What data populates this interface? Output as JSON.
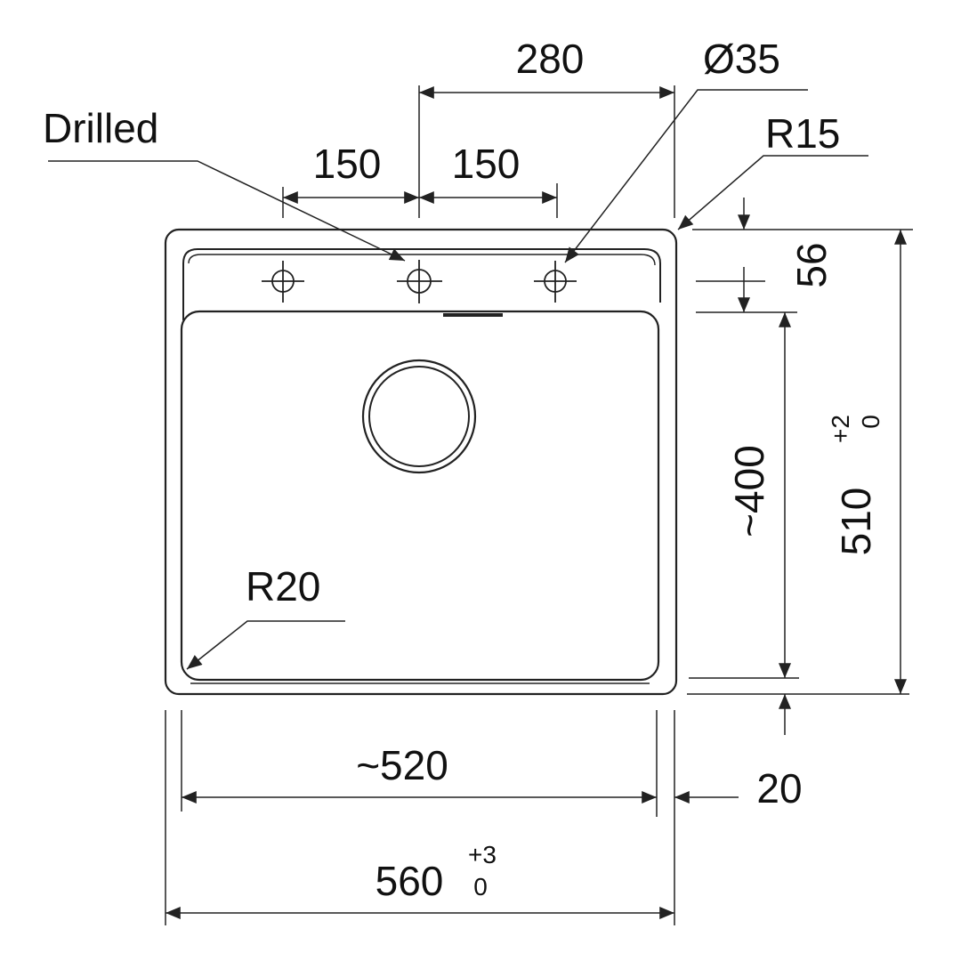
{
  "labels": {
    "drilled": "Drilled",
    "diameter": "Ø35",
    "r15": "R15",
    "r20": "R20",
    "dim_280": "280",
    "dim_150_left": "150",
    "dim_150_right": "150",
    "dim_56": "56",
    "dim_400": "~400",
    "dim_510": "510",
    "dim_510_tol_upper": "+2",
    "dim_510_tol_lower": "0",
    "dim_520": "~520",
    "dim_20": "20",
    "dim_560": "560",
    "dim_560_tol_upper": "+3",
    "dim_560_tol_lower": "0"
  },
  "colors": {
    "line": "#222222",
    "text": "#111111"
  }
}
